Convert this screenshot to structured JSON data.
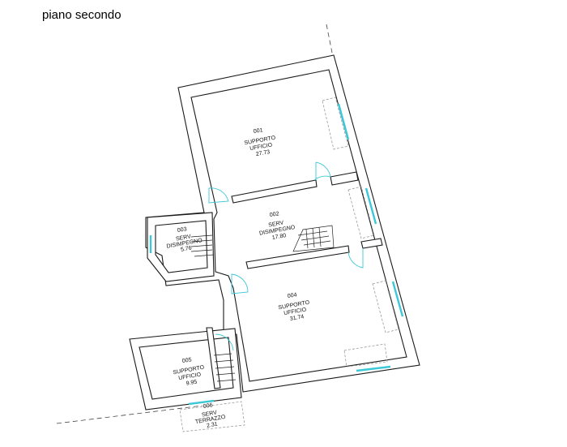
{
  "floor_title": "piano secondo",
  "rooms": [
    {
      "code": "001",
      "name": "SUPPORTO\nUFFICIO",
      "area": "27.73"
    },
    {
      "code": "002",
      "name": "SERV\nDISIMPEGNO",
      "area": "17.80"
    },
    {
      "code": "003",
      "name": "SERV\nDISIMPEGNO",
      "area": "5.76"
    },
    {
      "code": "004",
      "name": "SUPPORTO\nUFFICIO",
      "area": "31.74"
    },
    {
      "code": "005",
      "name": "SUPPORTO\nUFFICIO",
      "area": "9.95"
    },
    {
      "code": "006",
      "name": "SERV\nTERRAZZO",
      "area": "2.31"
    }
  ],
  "colors": {
    "wall": "#1a1a1a",
    "door": "#3cc8d8",
    "window": "#3cc8d8"
  }
}
